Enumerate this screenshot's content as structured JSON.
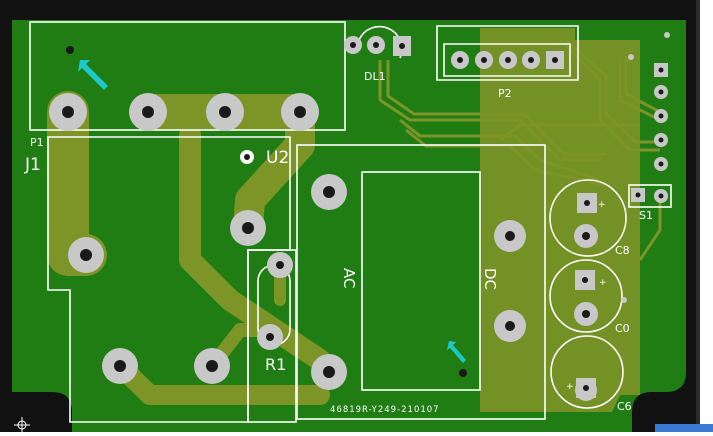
{
  "colors": {
    "board": "#1f7d14",
    "copper": "#7d9427",
    "silk": "#ffffff",
    "pad": "#c8c8c8",
    "hole": "#1a1a1a",
    "accent": "#1ec8c8",
    "frame": "#111111"
  },
  "labels": {
    "p1": "P1",
    "j1": "J1",
    "u2": "U2",
    "dl1": "DL1",
    "p2": "P2",
    "s1": "S1",
    "c8": "C8",
    "c0": "C0",
    "c6": "C6",
    "r1": "R1",
    "ac": "AC",
    "dc": "DC",
    "serial": "46819R-Y249-210107",
    "plus": "+"
  },
  "icons": {
    "arrows": "cyan-arrow-icon",
    "origin": "crosshair-origin-icon"
  }
}
